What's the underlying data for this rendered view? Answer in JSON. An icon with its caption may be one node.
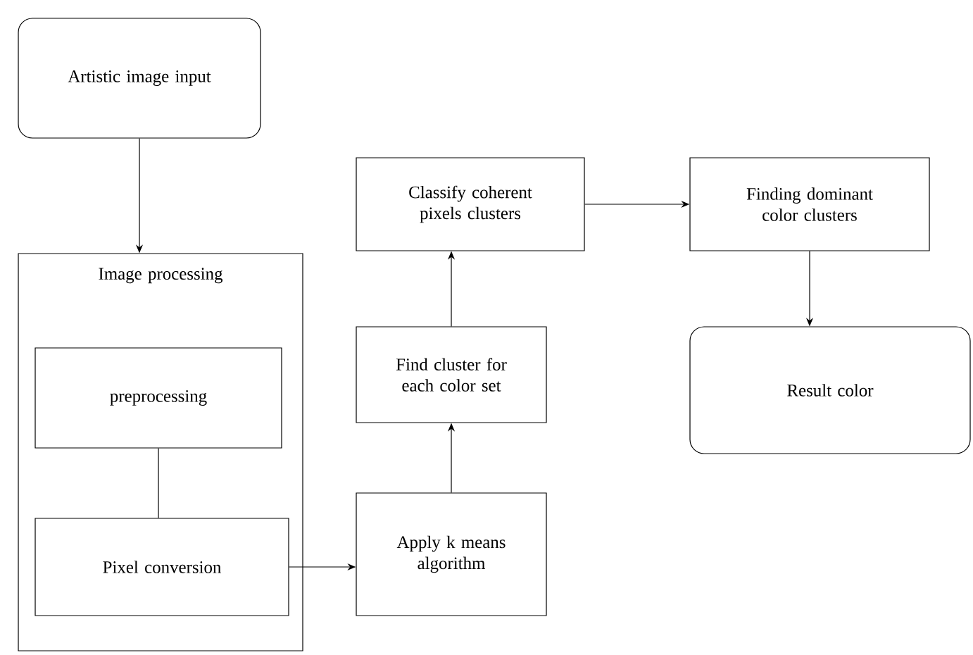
{
  "diagram": {
    "nodes": [
      {
        "text": [
          "Artistic image input"
        ]
      },
      {
        "text": [
          "Image processing"
        ]
      },
      {
        "text": [
          "preprocessing"
        ],
        "in": 1
      },
      {
        "text": [
          "Pixel conversion"
        ],
        "in": 1
      },
      {
        "text": [
          "Apply k means algorithm"
        ]
      },
      {
        "text": [
          "Find cluster for each color set"
        ]
      },
      {
        "text": [
          "Classify coherent pixels clusters"
        ]
      },
      {
        "text": [
          "Finding dominant color clusters"
        ]
      },
      {
        "text": [
          "Result color"
        ]
      }
    ],
    "edges": [
      {
        "from": 0,
        "to": 1,
        "arrow": "to"
      },
      {
        "from": 2,
        "to": 3,
        "arrow": "none"
      },
      {
        "from": 3,
        "to": 4,
        "arrow": "to"
      },
      {
        "from": 4,
        "to": 5,
        "arrow": "to"
      },
      {
        "from": 5,
        "to": 6,
        "arrow": "to"
      },
      {
        "from": 6,
        "to": 7,
        "arrow": "to"
      },
      {
        "from": 7,
        "to": 8,
        "arrow": "to"
      }
    ]
  }
}
